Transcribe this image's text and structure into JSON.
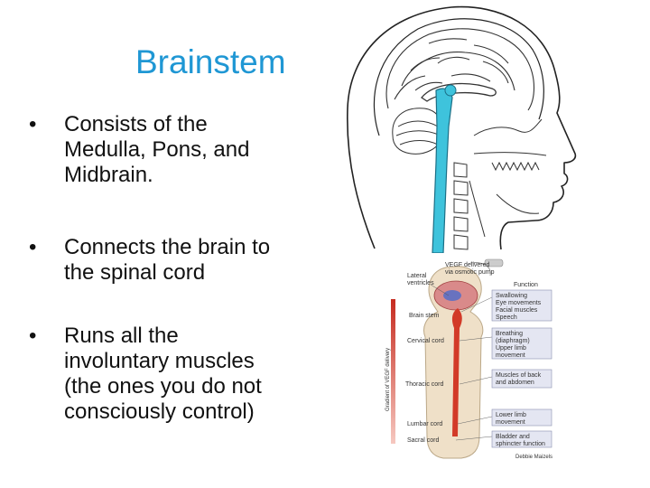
{
  "slide": {
    "title": "Brainstem",
    "bullets": [
      {
        "marker": "•",
        "lines": [
          "Consists of the",
          "Medulla, Pons, and",
          "Midbrain."
        ]
      },
      {
        "marker": "•",
        "lines": [
          "Connects the brain to",
          "the spinal cord"
        ]
      },
      {
        "marker": "•",
        "lines": [
          "Runs all the",
          "involuntary muscles",
          "(the ones you do not",
          "consciously control)"
        ]
      }
    ]
  },
  "diagram_spinal": {
    "top_label": [
      "VEGF delivered",
      "via osmotic pump"
    ],
    "left_labels": {
      "lateral": [
        "Lateral",
        "ventricles"
      ],
      "brain_stem": "Brain stem",
      "cervical": "Cervical cord",
      "thoracic": "Thoracic cord",
      "lumbar": "Lumbar cord",
      "sacral": "Sacral cord"
    },
    "gradient_label": "Gradient of VEGF delivery",
    "function_header": "Function",
    "functions": {
      "brain_stem": [
        "Swallowing",
        "Eye movements",
        "Facial muscles",
        "Speech"
      ],
      "cervical": [
        "Breathing",
        "(diaphragm)",
        "Upper limb",
        "movement"
      ],
      "thoracic": [
        "Muscles of back",
        "and abdomen"
      ],
      "lumbar": [
        "Lower limb",
        "movement"
      ],
      "sacral": [
        "Bladder and",
        "sphincter function"
      ]
    },
    "credit": "Debbie Maizels"
  },
  "colors": {
    "title": "#1f97d4",
    "brainstem_highlight": "#3ec3dc",
    "cord_red": "#d23a28",
    "body_beige": "#efe0c8"
  }
}
